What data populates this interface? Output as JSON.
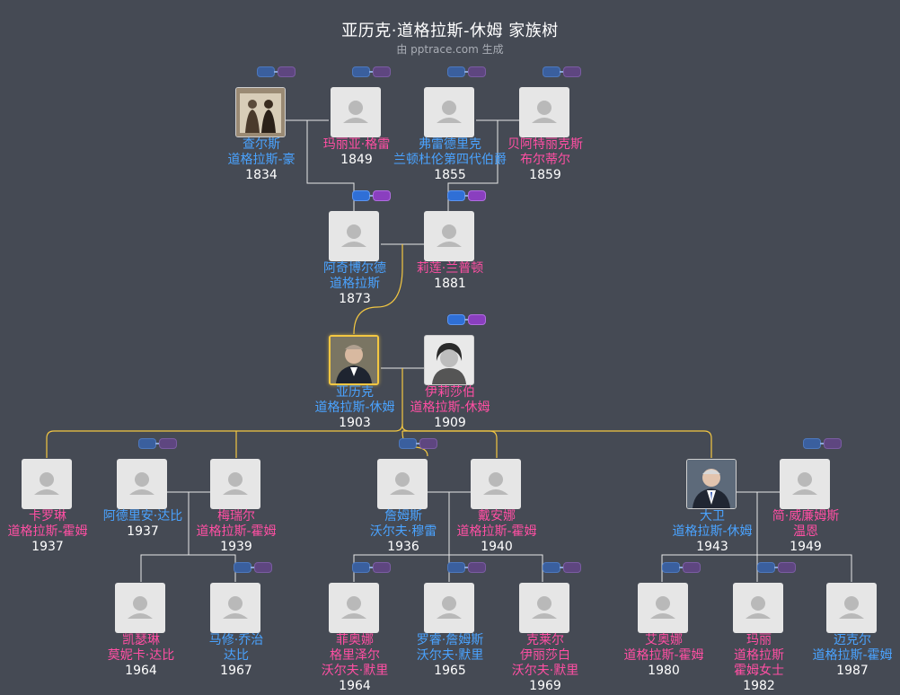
{
  "header": {
    "title": "亚历克·道格拉斯-休姆 家族树",
    "subtitle": "由 pptrace.com 生成"
  },
  "colors": {
    "background": "#454a54",
    "male_name": "#4aa3ff",
    "female_name": "#ff4fa3",
    "year": "#ffffff",
    "line": "#e8e8e8",
    "lineage_line": "#f3c742"
  },
  "people": {
    "charles": {
      "name": "查尔斯\n道格拉斯-豪",
      "year": "1834"
    },
    "maria": {
      "name": "玛丽亚·格雷",
      "year": "1849"
    },
    "frederick": {
      "name": "弗雷德里克\n兰顿杜伦第四代伯爵",
      "year": "1855"
    },
    "beatrix": {
      "name": "贝阿特丽克斯\n布尔蒂尔",
      "year": "1859"
    },
    "archibald": {
      "name": "阿奇博尔德\n道格拉斯",
      "year": "1873"
    },
    "lilian": {
      "name": "莉莲·兰普顿",
      "year": "1881"
    },
    "alec": {
      "name": "亚历克\n道格拉斯-休姆",
      "year": "1903"
    },
    "elizabeth": {
      "name": "伊莉莎伯\n道格拉斯-休姆",
      "year": "1909"
    },
    "caroline": {
      "name": "卡罗琳\n道格拉斯-霍姆",
      "year": "1937"
    },
    "adrian": {
      "name": "阿德里安·达比",
      "year": "1937"
    },
    "meriel": {
      "name": "梅瑞尔\n道格拉斯-霍姆",
      "year": "1939"
    },
    "james": {
      "name": "詹姆斯\n沃尔夫·穆雷",
      "year": "1936"
    },
    "diana": {
      "name": "戴安娜\n道格拉斯-霍姆",
      "year": "1940"
    },
    "david": {
      "name": "大卫\n道格拉斯-休姆",
      "year": "1943"
    },
    "jane": {
      "name": "简·威廉姆斯\n温恩",
      "year": "1949"
    },
    "katherine": {
      "name": "凯瑟琳\n莫妮卡·达比",
      "year": "1964"
    },
    "matthew": {
      "name": "马修·乔治\n达比",
      "year": "1967"
    },
    "fiona": {
      "name": "菲奥娜\n格里泽尔\n沃尔夫·默里",
      "year": "1964"
    },
    "rory": {
      "name": "罗睿·詹姆斯\n沃尔夫·默里",
      "year": "1965"
    },
    "clare": {
      "name": "克莱尔\n伊丽莎白\n沃尔夫·默里",
      "year": "1969"
    },
    "iona": {
      "name": "艾奥娜\n道格拉斯-霍姆",
      "year": "1980"
    },
    "mary": {
      "name": "玛丽\n道格拉斯\n霍姆女士",
      "year": "1982"
    },
    "michael": {
      "name": "迈克尔\n道格拉斯-霍姆",
      "year": "1987"
    }
  },
  "icons": {
    "placeholder": "person-silhouette-icon",
    "marriage_badge": "link-badge-icon"
  }
}
